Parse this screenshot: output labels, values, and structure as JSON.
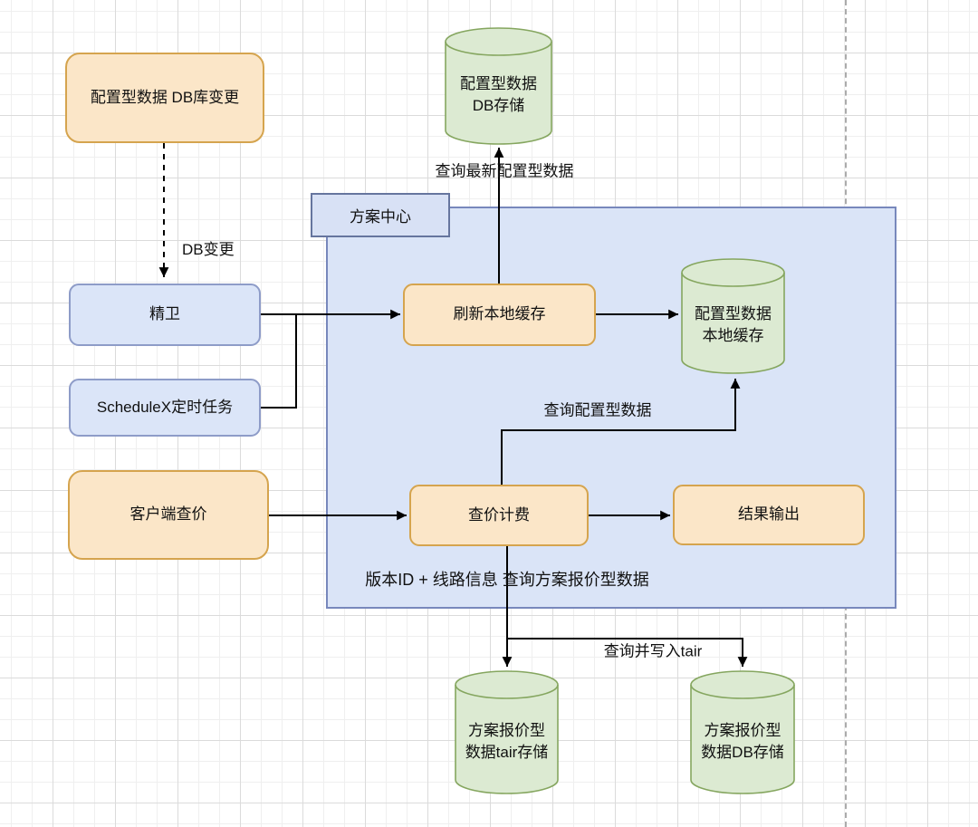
{
  "colors": {
    "orange-fill": "#FBE6C8",
    "orange-stroke": "#D5A44E",
    "blue-fill": "#DBE5F8",
    "blue-stroke": "#8E9CC8",
    "container-fill": "#DAE4F7",
    "container-stroke": "#7888BC",
    "label-fill": "#D8E1F5",
    "label-stroke": "#66759E",
    "green-fill": "#DCEAD2",
    "green-stroke": "#85A65F",
    "edge": "#000000",
    "guide": "#ABABAB",
    "text": "#111111"
  },
  "container": {
    "label": "方案中心"
  },
  "nodes": {
    "config_db_change": {
      "label": "配置型数据 DB库变更"
    },
    "jingwei": {
      "label": "精卫"
    },
    "schedulex": {
      "label": "ScheduleX定时任务"
    },
    "client_query": {
      "label": "客户端查价"
    },
    "refresh_cache": {
      "label": "刷新本地缓存"
    },
    "price_calc": {
      "label": "查价计费"
    },
    "result_output": {
      "label": "结果输出"
    },
    "config_db_store": {
      "line1": "配置型数据",
      "line2": "DB存储"
    },
    "local_cache": {
      "line1": "配置型数据",
      "line2": "本地缓存"
    },
    "tair_store": {
      "line1": "方案报价型",
      "line2": "数据tair存储"
    },
    "quote_db_store": {
      "line1": "方案报价型",
      "line2": "数据DB存储"
    }
  },
  "edge_labels": {
    "db_change": "DB变更",
    "query_latest_config": "查询最新配置型数据",
    "query_config": "查询配置型数据",
    "version_info": "版本ID + 线路信息 查询方案报价型数据",
    "query_write_tair": "查询并写入tair"
  }
}
